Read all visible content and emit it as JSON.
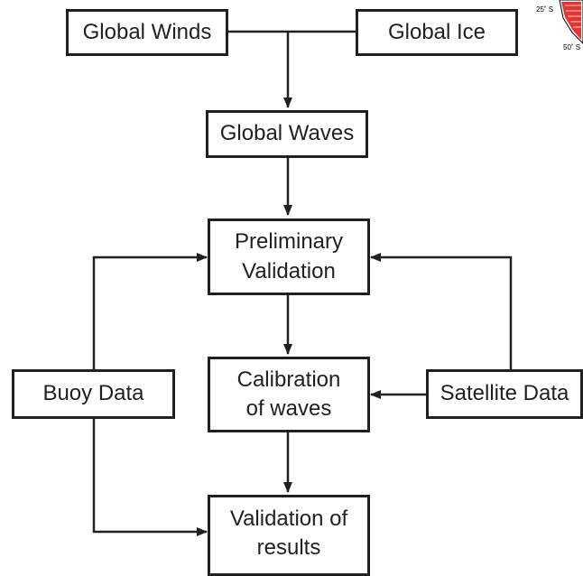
{
  "nodes": {
    "global_winds": "Global Winds",
    "global_ice": "Global Ice",
    "global_waves": "Global Waves",
    "preliminary_validation": [
      "Preliminary",
      "Validation"
    ],
    "buoy_data": "Buoy Data",
    "calibration": [
      "Calibration",
      "of waves"
    ],
    "satellite_data": "Satellite Data",
    "validation_results": [
      "Validation of",
      "results"
    ]
  },
  "corner_fragment": {
    "label_top": "25˚ S",
    "label_bottom": "50˚ S",
    "color": "#e0201b"
  },
  "colors": {
    "line": "#231f20"
  }
}
